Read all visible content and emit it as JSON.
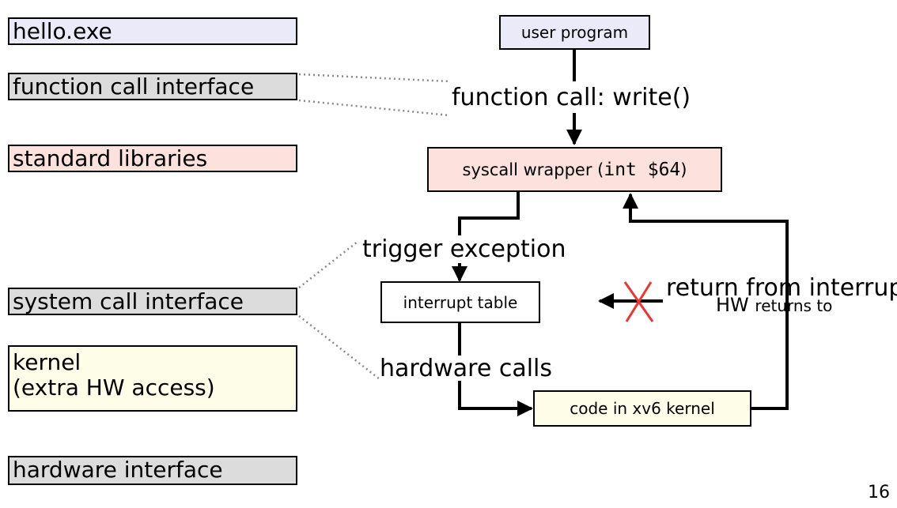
{
  "colors": {
    "blue_fill": "#eaeaf8",
    "gray_fill": "#dcdcdc",
    "pink_fill": "#fde1dc",
    "yellow_fill": "#fefde8",
    "red_x": "#ee3333",
    "title": "#1f1fb5"
  },
  "layers": [
    {
      "label": "hello.exe",
      "color": "blue_fill"
    },
    {
      "label": "function call interface",
      "color": "gray_fill"
    },
    {
      "label": "standard libraries",
      "color": "pink_fill"
    },
    {
      "label": "system call interface",
      "color": "gray_fill"
    },
    {
      "label_line1": "kernel",
      "label_line2": "(extra HW access)",
      "color": "yellow_fill"
    },
    {
      "label": "hardware interface",
      "color": "gray_fill"
    }
  ],
  "flow": {
    "user_program": "user program",
    "function_call": "function call: write()",
    "syscall_wrapper_text": "syscall wrapper (",
    "syscall_wrapper_code": "int $64",
    "syscall_wrapper_close": ")",
    "trigger_exception": "trigger exception",
    "interrupt_table": "interrupt table",
    "hardware_calls": "hardware calls",
    "kernel_code": "code in xv6 kernel",
    "return_label": "return from interrupt",
    "hw_returns_a": "HW ",
    "hw_returns_b": "returns to"
  },
  "page_number": "16"
}
